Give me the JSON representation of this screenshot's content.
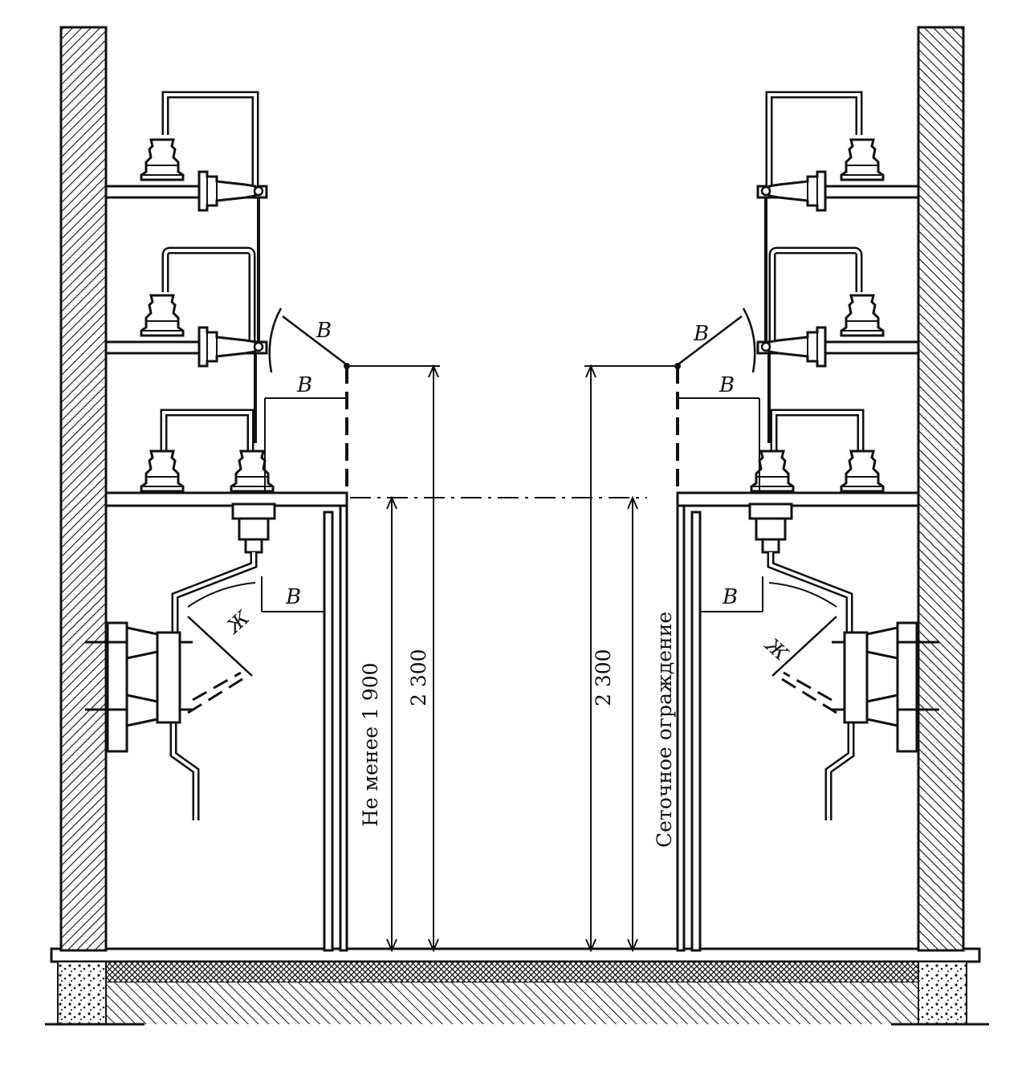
{
  "labels": {
    "b": "В",
    "zh": "Ж",
    "min_height": "Не менее 1 900",
    "dim_left": "2 300",
    "dim_right": "2 300",
    "fence": "Сеточное ограждение"
  }
}
